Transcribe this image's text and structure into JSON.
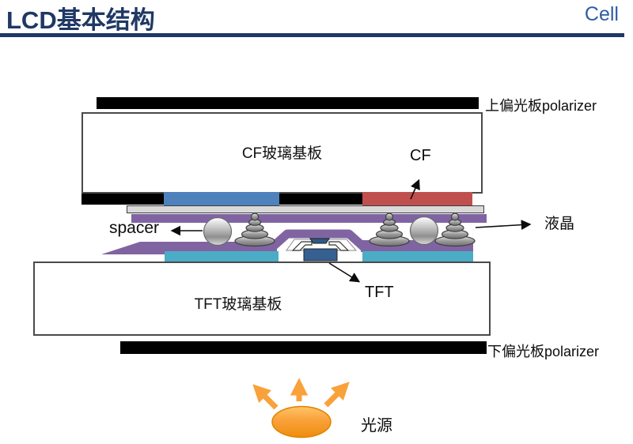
{
  "header": {
    "title": "LCD基本结构",
    "corner_label": "Cell"
  },
  "diagram": {
    "top_polarizer_label": "上偏光板polarizer",
    "bottom_polarizer_label": "下偏光板polarizer",
    "cf_glass_label": "CF玻璃基板",
    "cf_label": "CF",
    "tft_glass_label": "TFT玻璃基板",
    "tft_label": "TFT",
    "spacer_label": "spacer",
    "liquid_crystal_label": "液晶",
    "light_source_label": "光源"
  },
  "colors": {
    "accent_navy": "#1F3864",
    "cell_blue": "#2E5DA6",
    "polarizer_black": "#000000",
    "cf_blue": "#4F81BD",
    "cf_red": "#C0504D",
    "ito_gray": "#D9D9D9",
    "purple": "#8064A2",
    "cyan": "#4BACC6",
    "tft_blue": "#366092",
    "orange": "#F9A13A"
  }
}
